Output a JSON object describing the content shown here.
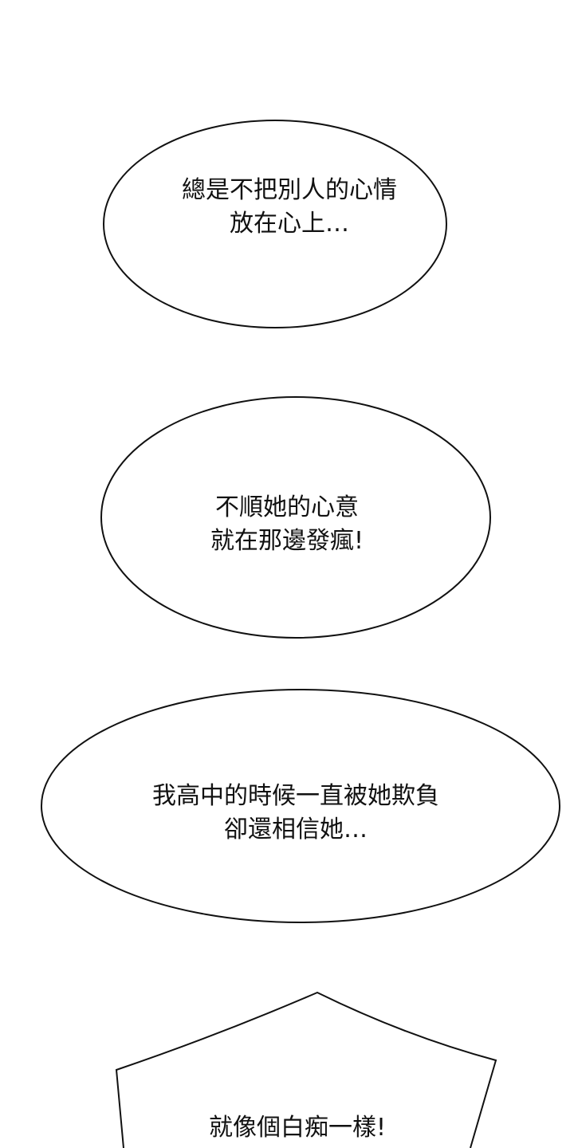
{
  "bubbles": [
    {
      "lines": [
        "總是不把別人的心情",
        "放在心上…"
      ]
    },
    {
      "lines": [
        "不順她的心意",
        "就在那邊發瘋!"
      ]
    },
    {
      "lines": [
        "我高中的時候一直被她欺負",
        "卻還相信她…"
      ]
    },
    {
      "lines": [
        "就像個白痴一樣!"
      ]
    }
  ]
}
